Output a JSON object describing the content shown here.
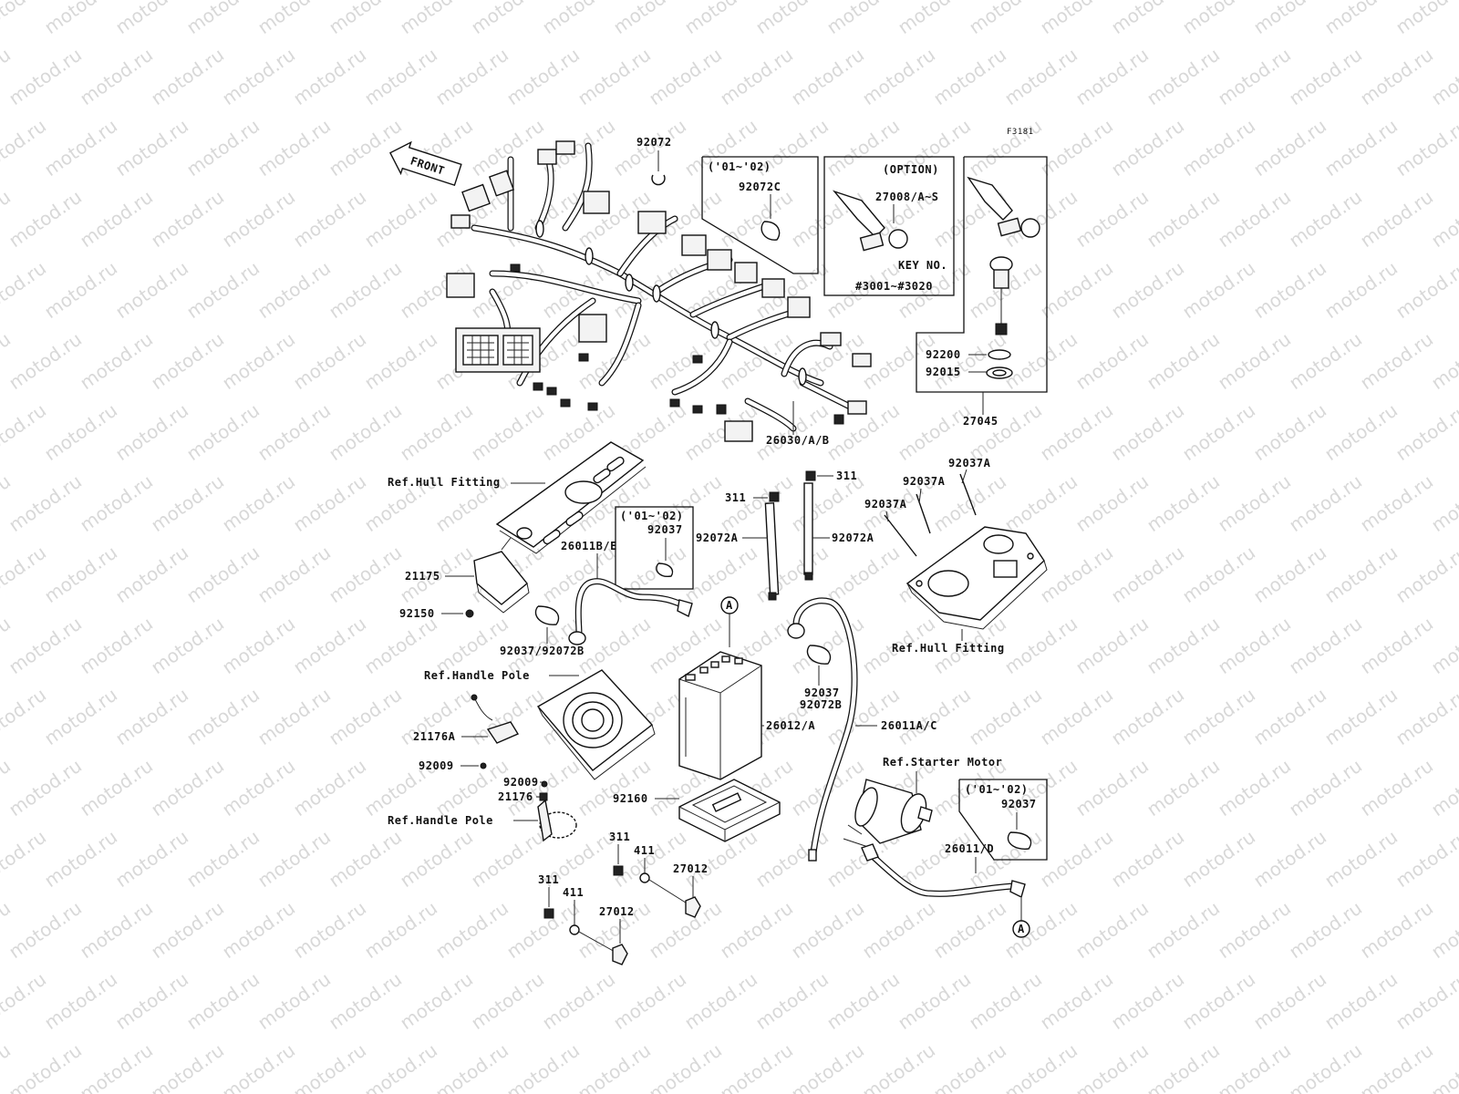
{
  "figure_code": "F3181",
  "front_label": "FRONT",
  "watermark": "motod.ru",
  "inset_boxes": {
    "years_a": "('01~'02)",
    "option": "(OPTION)",
    "key_no_label": "KEY NO.",
    "key_no_range": "#3001~#3020",
    "years_b": "('01~'02)",
    "years_c": "('01~'02)"
  },
  "callouts": {
    "c92072": "92072",
    "c92072C": "92072C",
    "c27008": "27008/A~S",
    "c92200": "92200",
    "c92015": "92015",
    "c27045": "27045",
    "c26030": "26030/A/B",
    "ref_hull_1": "Ref.Hull Fitting",
    "c311_a": "311",
    "c311_b": "311",
    "c92037A_1": "92037A",
    "c92037A_2": "92037A",
    "c92037A_3": "92037A",
    "c92037_b": "92037",
    "c26011BE": "26011B/E",
    "c92072A_1": "92072A",
    "c92072A_2": "92072A",
    "c21175": "21175",
    "c92150": "92150",
    "marker_a1": "A",
    "c92037_92072B": "92037/92072B",
    "ref_hull_2": "Ref.Hull Fitting",
    "ref_handle_1": "Ref.Handle Pole",
    "c92037_mid": "92037",
    "c92072B_mid": "92072B",
    "c21176A": "21176A",
    "c26012": "26012/A",
    "c26011AC": "26011A/C",
    "c92009_a": "92009",
    "ref_starter": "Ref.Starter Motor",
    "c92009_b": "92009",
    "c21176": "21176",
    "c92160": "92160",
    "c92037_c": "92037",
    "ref_handle_2": "Ref.Handle Pole",
    "c311_c": "311",
    "c411_a": "411",
    "c27012_a": "27012",
    "c26011D": "26011/D",
    "c311_d": "311",
    "c411_b": "411",
    "c27012_b": "27012",
    "marker_a2": "A"
  }
}
